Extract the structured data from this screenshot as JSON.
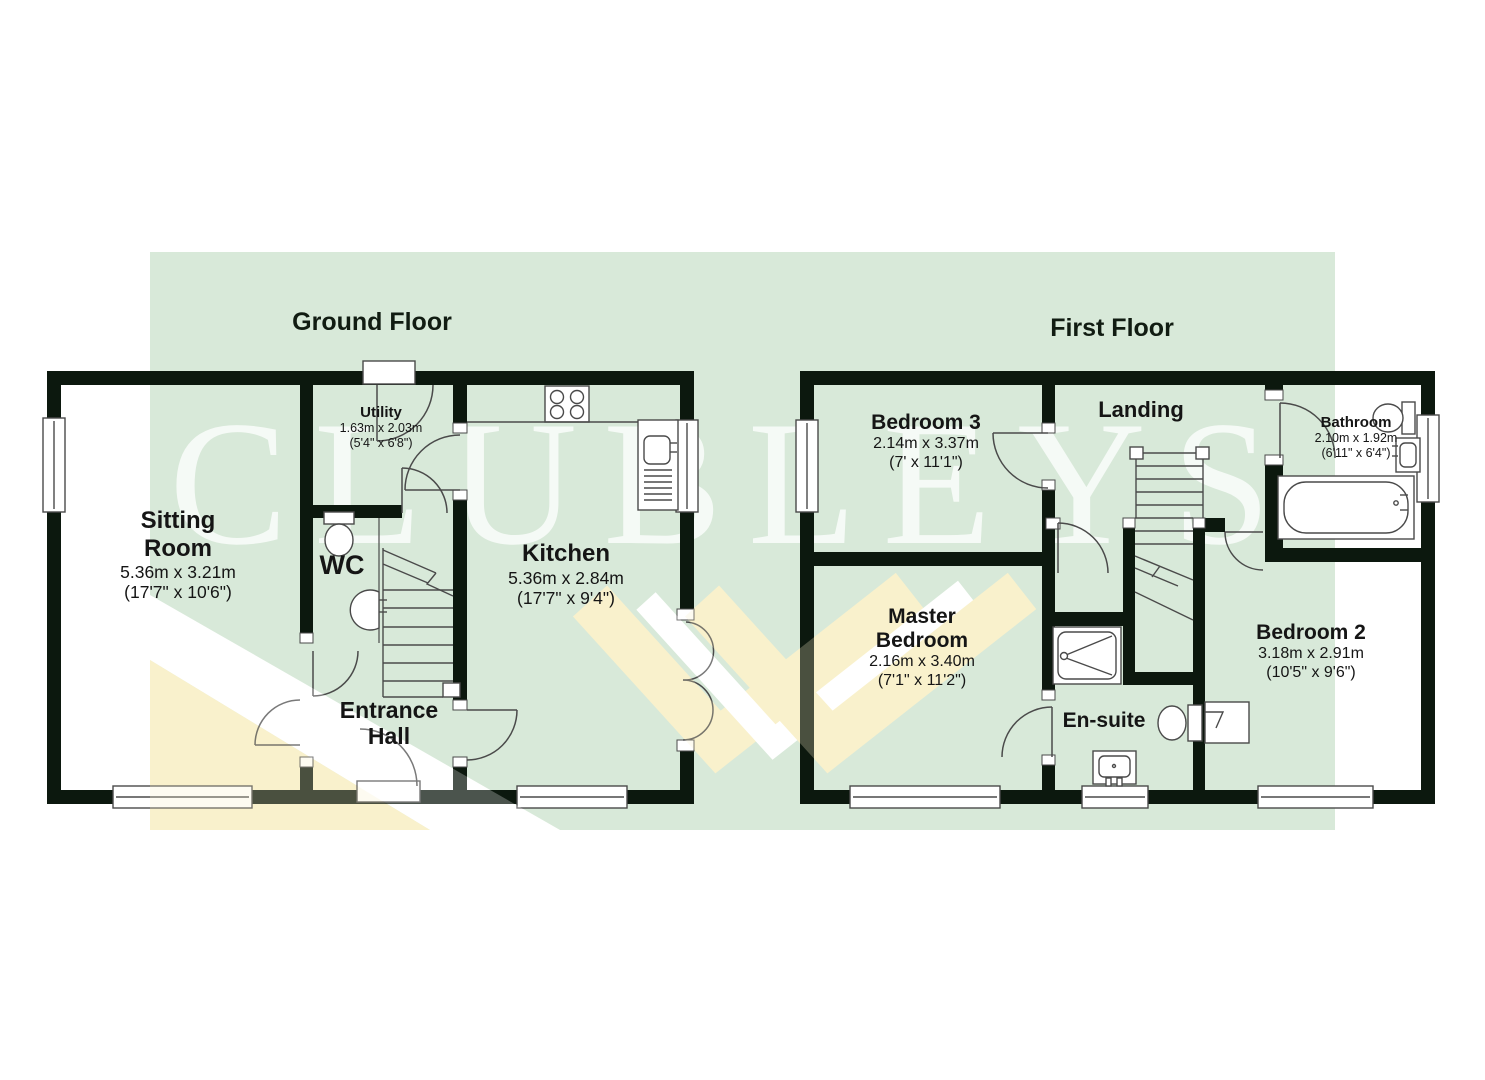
{
  "watermark": {
    "brand_text": "CLUBLEYS",
    "text_color": "rgba(255,255,255,0.75)",
    "chevron_yellow": "#f9f1cc",
    "chevron_white": "#ffffff"
  },
  "colors": {
    "background_panel": "#d8e9d9",
    "wall": "#0c180e",
    "linework": "#4a4a4a",
    "label_text": "#151515"
  },
  "floors": [
    {
      "title": "Ground Floor"
    },
    {
      "title": "First Floor"
    }
  ],
  "rooms": [
    {
      "key": "sitting-room",
      "name_lines": [
        "Sitting",
        "Room"
      ],
      "dims": [
        "5.36m x 3.21m",
        "(17'7\" x 10'6\")"
      ]
    },
    {
      "key": "utility",
      "name_lines": [
        "Utility"
      ],
      "dims": [
        "1.63m x 2.03m",
        "(5'4\" x 6'8\")"
      ]
    },
    {
      "key": "wc",
      "name_lines": [
        "WC"
      ],
      "dims": []
    },
    {
      "key": "kitchen",
      "name_lines": [
        "Kitchen"
      ],
      "dims": [
        "5.36m x 2.84m",
        "(17'7\" x 9'4\")"
      ]
    },
    {
      "key": "entrance-hall",
      "name_lines": [
        "Entrance",
        "Hall"
      ],
      "dims": []
    },
    {
      "key": "bedroom-3",
      "name_lines": [
        "Bedroom 3"
      ],
      "dims": [
        "2.14m x 3.37m",
        "(7' x 11'1\")"
      ]
    },
    {
      "key": "landing",
      "name_lines": [
        "Landing"
      ],
      "dims": []
    },
    {
      "key": "bathroom",
      "name_lines": [
        "Bathroom"
      ],
      "dims": [
        "2.10m x 1.92m",
        "(6'11\" x 6'4\")"
      ]
    },
    {
      "key": "master-bedroom",
      "name_lines": [
        "Master",
        "Bedroom"
      ],
      "dims": [
        "2.16m x 3.40m",
        "(7'1\" x 11'2\")"
      ]
    },
    {
      "key": "en-suite",
      "name_lines": [
        "En-suite"
      ],
      "dims": []
    },
    {
      "key": "bedroom-2",
      "name_lines": [
        "Bedroom 2"
      ],
      "dims": [
        "3.18m x 2.91m",
        "(10'5\" x 9'6\")"
      ]
    }
  ]
}
